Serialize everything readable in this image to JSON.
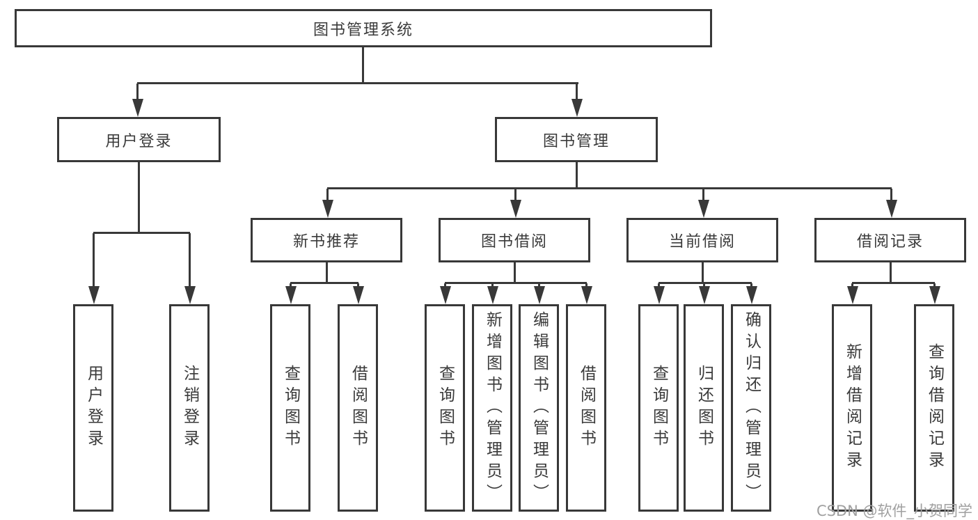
{
  "diagram": {
    "root": "图书管理系统",
    "branches": [
      {
        "label": "用户登录",
        "leaves": [
          "用户登录",
          "注销登录"
        ]
      },
      {
        "label": "图书管理",
        "groups": [
          {
            "label": "新书推荐",
            "leaves": [
              "查询图书",
              "借阅图书"
            ]
          },
          {
            "label": "图书借阅",
            "leaves": [
              "查询图书",
              "新增图书（管理员）",
              "编辑图书（管理员）",
              "借阅图书"
            ]
          },
          {
            "label": "当前借阅",
            "leaves": [
              "查询图书",
              "归还图书",
              "确认归还（管理员）"
            ]
          },
          {
            "label": "借阅记录",
            "leaves": [
              "新增借阅记录",
              "查询借阅记录"
            ]
          }
        ]
      }
    ]
  },
  "watermark": {
    "text": "CSDN @软件_小贺同学"
  },
  "colors": {
    "line": "#383838",
    "text": "#3a3a3a",
    "watermark": "#a0a0a0",
    "background": "#ffffff"
  }
}
